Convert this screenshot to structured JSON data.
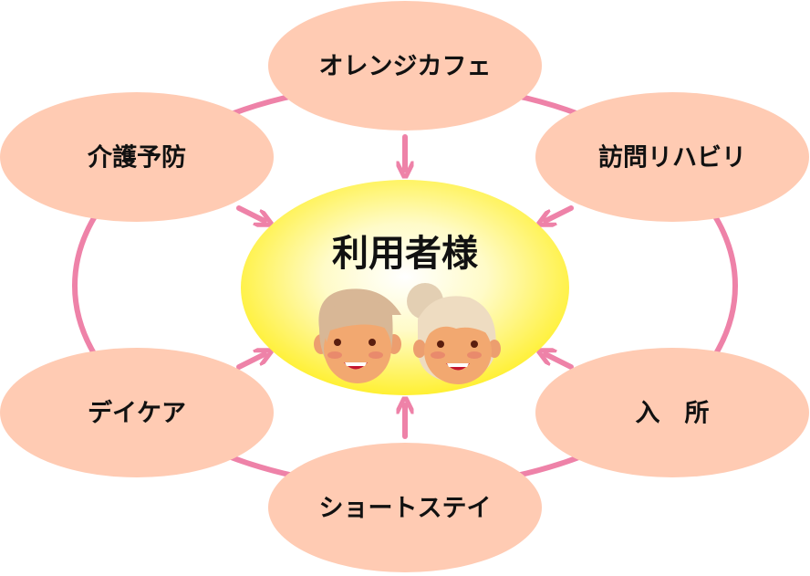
{
  "center": {
    "title": "利用者様"
  },
  "services": [
    {
      "label": "オレンジカフェ"
    },
    {
      "label": "介護予防"
    },
    {
      "label": "訪問リハビリ"
    },
    {
      "label": "デイケア"
    },
    {
      "label": "入　所"
    },
    {
      "label": "ショートステイ"
    }
  ],
  "colors": {
    "ring": "#EE82A8",
    "bubble": "#FFCBB3",
    "center": "#FFF033",
    "arrow": "#EE82A8"
  }
}
